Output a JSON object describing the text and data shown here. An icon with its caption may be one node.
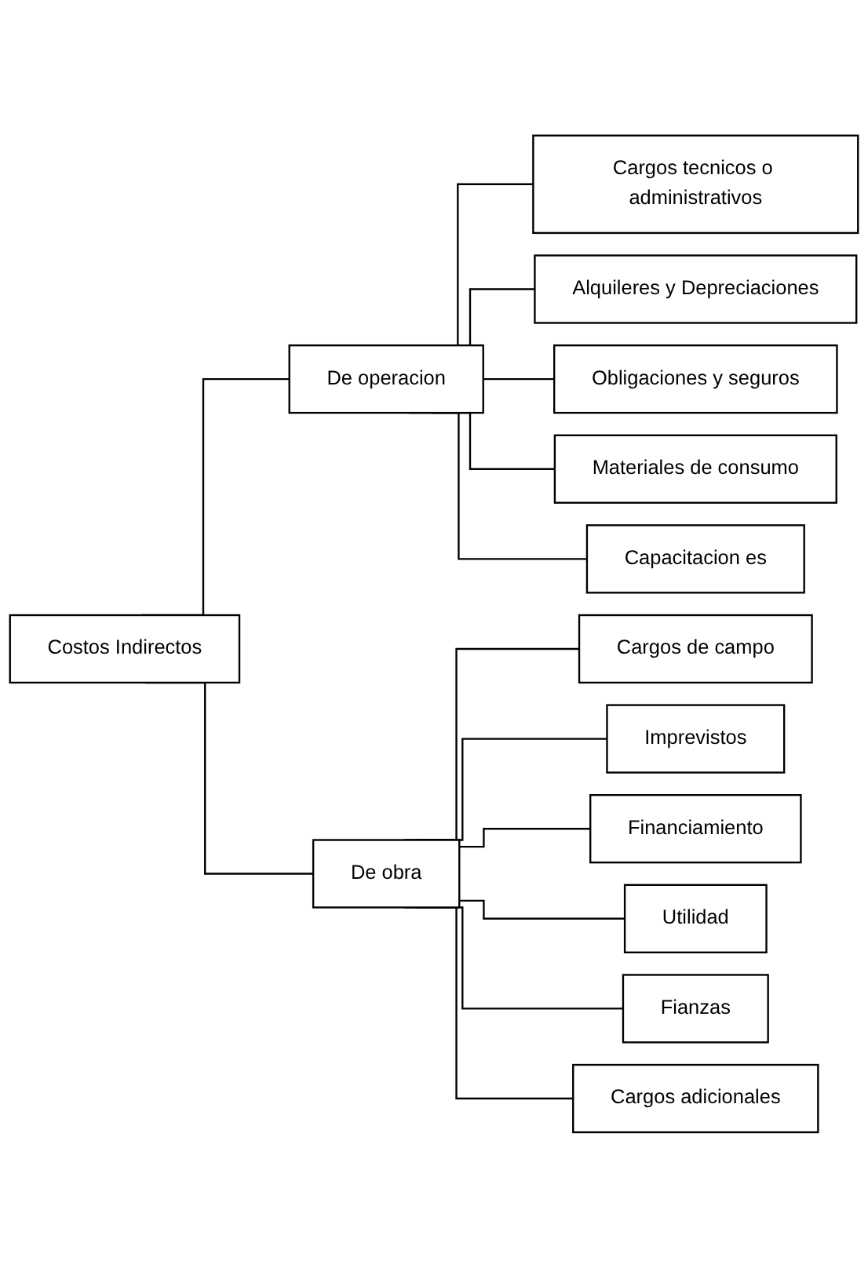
{
  "diagram": {
    "nodes": [
      {
        "text": [
          "Costos Indirectos"
        ]
      },
      {
        "text": [
          "De operacion"
        ]
      },
      {
        "text": [
          "De obra"
        ]
      },
      {
        "text": [
          "Cargos tecnicos o administrativos"
        ]
      },
      {
        "text": [
          "Alquileres y Depreciaciones"
        ]
      },
      {
        "text": [
          "Obligaciones y seguros"
        ]
      },
      {
        "text": [
          "Materiales de consumo"
        ]
      },
      {
        "text": [
          "Capacitacion es"
        ]
      },
      {
        "text": [
          "Cargos de campo"
        ]
      },
      {
        "text": [
          "Imprevistos"
        ]
      },
      {
        "text": [
          "Financiamiento"
        ]
      },
      {
        "text": [
          "Utilidad"
        ]
      },
      {
        "text": [
          "Fianzas"
        ]
      },
      {
        "text": [
          "Cargos adicionales"
        ]
      }
    ],
    "edges": [
      {
        "from": 0,
        "to": 1,
        "arrow": "none"
      },
      {
        "from": 0,
        "to": 2,
        "arrow": "none"
      },
      {
        "from": 1,
        "to": 3,
        "arrow": "none"
      },
      {
        "from": 1,
        "to": 4,
        "arrow": "none"
      },
      {
        "from": 1,
        "to": 5,
        "arrow": "none"
      },
      {
        "from": 1,
        "to": 6,
        "arrow": "none"
      },
      {
        "from": 1,
        "to": 7,
        "arrow": "none"
      },
      {
        "from": 2,
        "to": 8,
        "arrow": "none"
      },
      {
        "from": 2,
        "to": 9,
        "arrow": "none"
      },
      {
        "from": 2,
        "to": 10,
        "arrow": "none"
      },
      {
        "from": 2,
        "to": 11,
        "arrow": "none"
      },
      {
        "from": 2,
        "to": 12,
        "arrow": "none"
      },
      {
        "from": 2,
        "to": 13,
        "arrow": "none"
      }
    ]
  }
}
